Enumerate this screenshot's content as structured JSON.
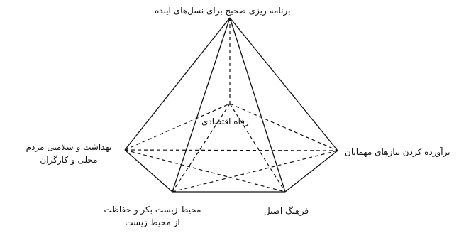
{
  "diagram": {
    "apex_label": "برنامه ریزی صحیح برای نسل‌های آینده",
    "center_label": "رفاه اقتصادی",
    "left_label_line1": "بهداشت و سلامتی مردم",
    "left_label_line2": "محلی و کارگران",
    "right_label": "برآورده کردن نیازهای مهمانان",
    "bottom_left_label_line1": "محیط زیست بکر و حفاظت",
    "bottom_left_label_line2": "از محیط زیست",
    "bottom_right_label": "فرهنگ اصیل",
    "stroke_color": "#111111",
    "background_color": "#ffffff"
  }
}
